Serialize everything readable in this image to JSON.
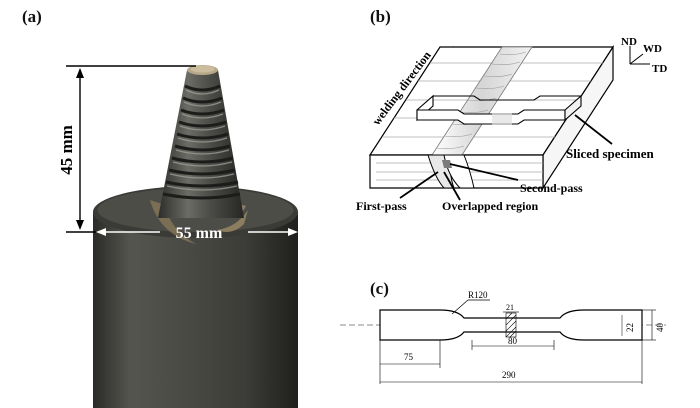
{
  "panel_a": {
    "label": "(a)",
    "height_dim": "45 mm",
    "width_dim": "55 mm"
  },
  "panel_b": {
    "label": "(b)",
    "axes": {
      "nd": "ND",
      "wd": "WD",
      "td": "TD"
    },
    "welding_direction": "welding direction",
    "sliced_specimen": "Sliced specimen",
    "second_pass": "Second-pass",
    "first_pass": "First-pass",
    "overlapped_region": "Overlapped region"
  },
  "panel_c": {
    "label": "(c)",
    "radius": "R120",
    "gauge_width": "21",
    "shoulder_height": "22",
    "total_height": "40",
    "gauge_length": "80",
    "grip_length": "75",
    "total_length": "290"
  }
}
